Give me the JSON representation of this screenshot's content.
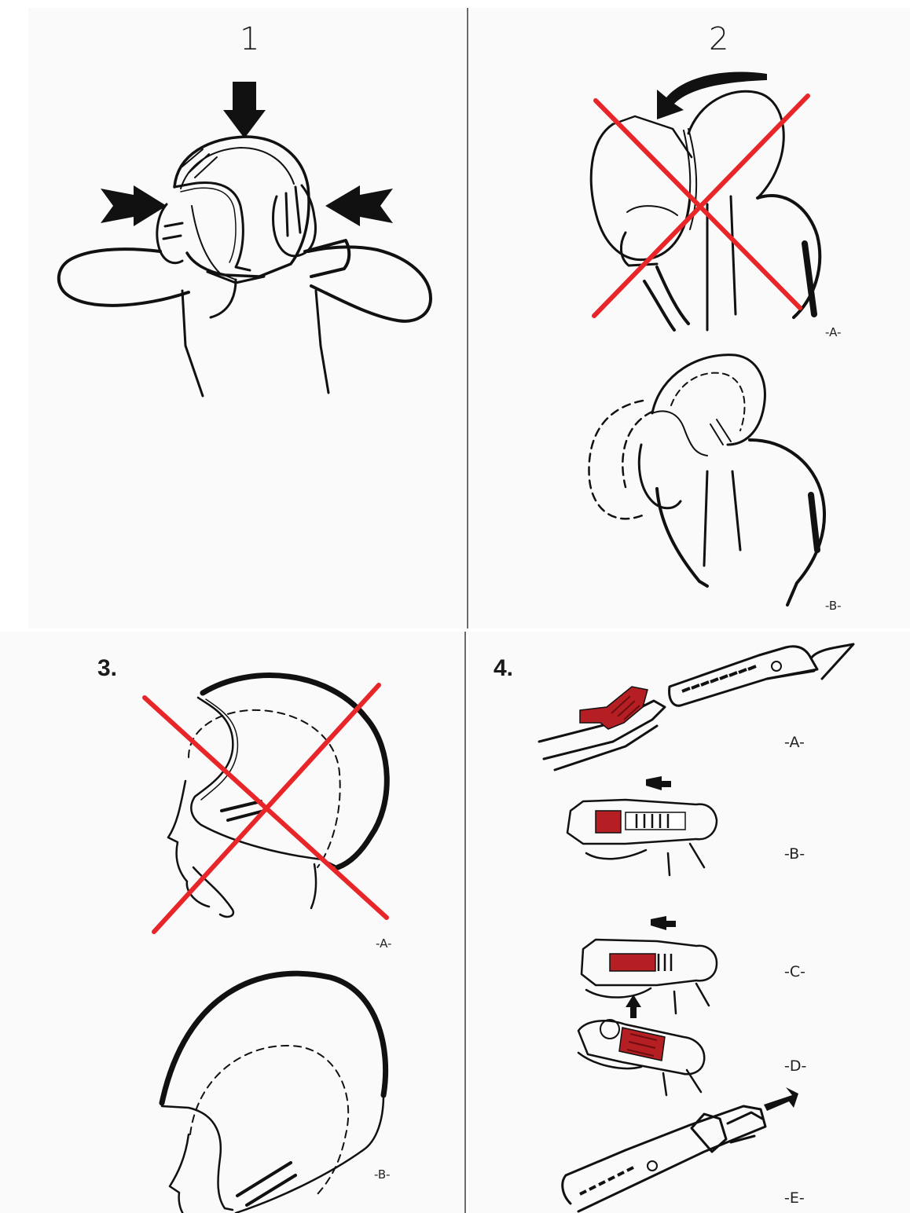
{
  "steps": [
    {
      "number": "1"
    },
    {
      "number": "2",
      "sub_labels": [
        "-A-",
        "-B-"
      ]
    },
    {
      "number": "3.",
      "sub_labels": [
        "-A-",
        "-B-"
      ]
    },
    {
      "number": "4.",
      "sub_labels": [
        "-A-",
        "-B-",
        "-C-",
        "-D-",
        "-E-"
      ]
    }
  ],
  "colors": {
    "ink": "#111111",
    "cross": "#e8262a",
    "buckle": "#b51f23"
  },
  "icons": [
    "arrow-down-icon",
    "arrow-right-icon",
    "arrow-left-icon",
    "curved-arrow-icon",
    "cross-mark-icon",
    "helmet-icon",
    "buckle-icon",
    "strap-icon"
  ]
}
